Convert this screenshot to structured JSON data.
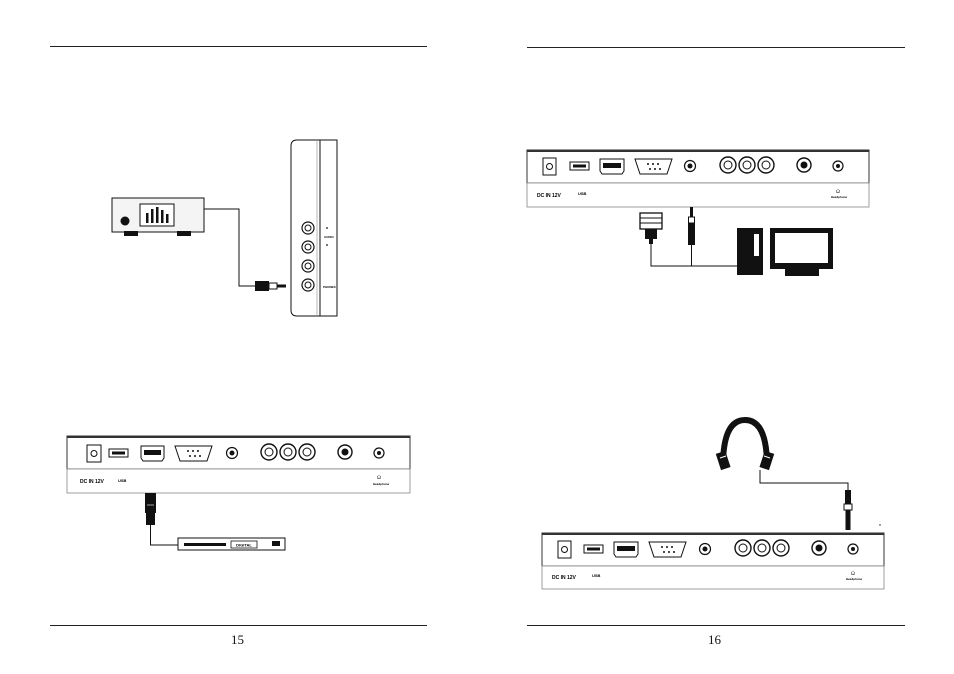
{
  "left_page": {
    "page_number": "15",
    "tv_side_labels": {
      "audio": "AUDIO",
      "headphone": "PHONES"
    },
    "panel": {
      "dc_in": "DC IN 12V",
      "usb": "USB",
      "headphone": "Headphone"
    },
    "card_label": "DIGITAL"
  },
  "right_page": {
    "page_number": "16",
    "panel_top": {
      "dc_in": "DC IN 12V",
      "usb": "USB",
      "headphone": "Headphone"
    },
    "panel_bottom": {
      "dc_in": "DC IN 12V",
      "usb": "USB",
      "headphone": "Headphone"
    }
  },
  "colors": {
    "ink": "#111111",
    "panel_border": "#333333",
    "device_fill": "#f2f2f2"
  }
}
